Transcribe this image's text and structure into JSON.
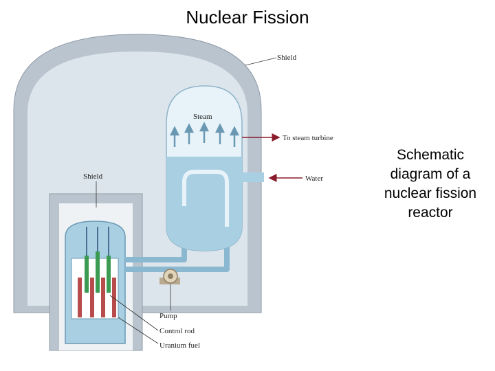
{
  "title": "Nuclear Fission",
  "caption": [
    "Schematic",
    "diagram of a",
    "nuclear fission",
    "reactor"
  ],
  "labels": {
    "shield_outer": "Shield",
    "shield_inner": "Shield",
    "steam": "Steam",
    "to_turbine": "To steam turbine",
    "water": "Water",
    "pump": "Pump",
    "control_rod": "Control rod",
    "uranium_fuel": "Uranium fuel"
  },
  "colors": {
    "shield_outer": "#b9c4cf",
    "shield_cavity": "#dde5ec",
    "water": "#a9cfe3",
    "steam_dome": "#e8f3f9",
    "control_rod": "#3c9b52",
    "fuel_rod": "#b84b4b",
    "arrow": "#8b1a2a"
  }
}
